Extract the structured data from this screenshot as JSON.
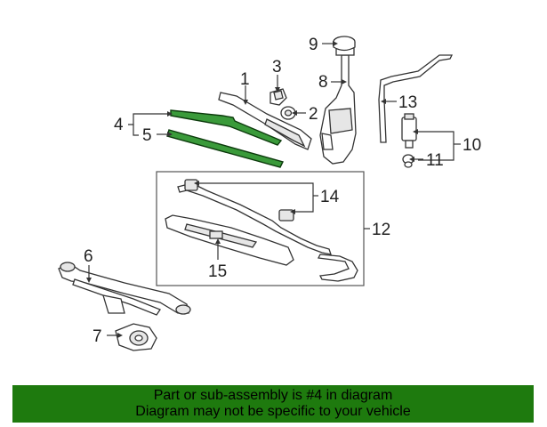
{
  "callouts": {
    "c1": "1",
    "c2": "2",
    "c3": "3",
    "c4": "4",
    "c5": "5",
    "c6": "6",
    "c7": "7",
    "c8": "8",
    "c9": "9",
    "c10": "10",
    "c11": "11",
    "c12": "12",
    "c13": "13",
    "c14": "14",
    "c15": "15"
  },
  "highlight_color": "#3a9a3a",
  "banner": {
    "color": "#1e7a0e",
    "line1": "Part or sub-assembly is #4 in diagram",
    "line2": "Diagram may not be specific to your vehicle"
  }
}
